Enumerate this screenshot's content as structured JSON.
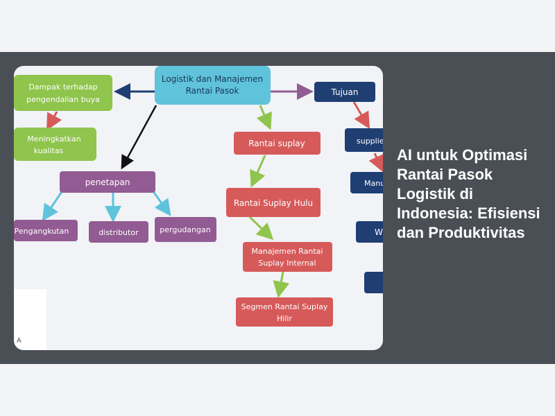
{
  "article": {
    "title": "AI untuk Optimasi Rantai Pasok Logistik di Indonesia: Efisiensi dan Produktivitas"
  },
  "diagram": {
    "root_line1": "Logistik dan Manajemen",
    "root_line2": "Rantai Pasok",
    "dampak_line1": "Dampak terhadap",
    "dampak_line2": "pengendalian buya",
    "meningkatkan_line1": "Meningkatkan",
    "meningkatkan_line2": "kualitas",
    "penetapan": "penetapan",
    "pengangkutan": "Pengangkutan",
    "distributor": "distributor",
    "pergudangan": "pergudangan",
    "rantai_suplay": "Rantai suplay",
    "hulu": "Rantai Suplay Hulu",
    "internal_line1": "Manajemen Rantai",
    "internal_line2": "Suplay Internal",
    "hilir_line1": "Segmen Rantai Suplay",
    "hilir_line2": "Hilir",
    "tujuan": "Tujuan",
    "supplier": "supplie",
    "manu": "Manu",
    "w": "W",
    "corner_text": "A"
  },
  "colors": {
    "band": "#4a4f55",
    "cyan": "#5ec3db",
    "green": "#8fc44d",
    "purple": "#935b93",
    "red": "#d65a5a",
    "navy": "#1f3e72"
  }
}
